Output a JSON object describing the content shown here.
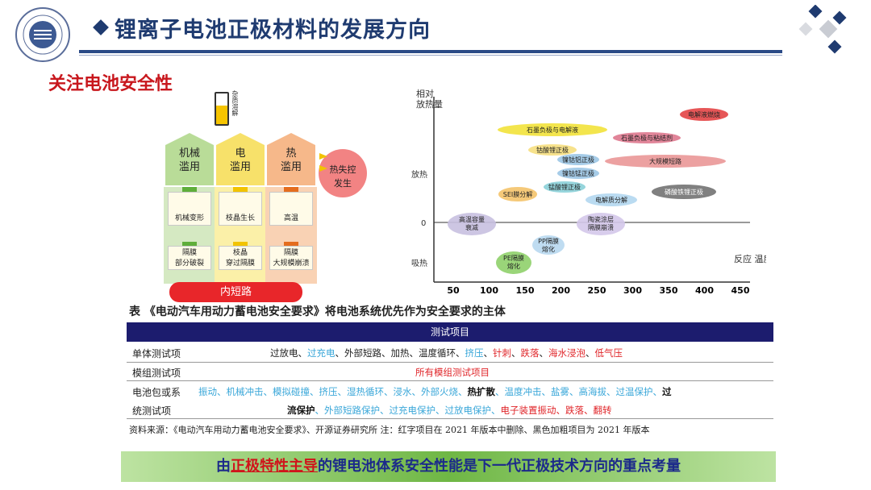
{
  "header": {
    "title": "锂离子电池正极材料的发展方向"
  },
  "subtitle": "关注电池安全性",
  "diagram": {
    "columns": [
      {
        "head": "机械\n滥用",
        "box1": "机械变形",
        "box2": "隔膜\n部分破裂"
      },
      {
        "head": "电\n滥用",
        "box1": "枝晶生长",
        "box2": "枝晶\n穿过隔膜"
      },
      {
        "head": "热\n滥用",
        "box1": "高温",
        "box2": "隔膜\n大规模崩溃"
      }
    ],
    "battery_label": "杂质溶解",
    "runaway": "热失控\n发生",
    "short_circuit": "内短路"
  },
  "chart": {
    "y_title": "相对\n放热量",
    "y_upper": "放热",
    "y_zero": "0",
    "y_lower": "吸热",
    "x_title": "反应\n温度",
    "x_ticks": [
      "50",
      "100",
      "150",
      "200",
      "250",
      "300",
      "350",
      "400",
      "450"
    ],
    "bubbles": [
      "电解液燃烧",
      "石墨负极与电解液",
      "石墨负极与粘结剂",
      "钴酸锂正极",
      "镍钴铝正极",
      "大规模短路",
      "镍钴锰正极",
      "SEI膜分解",
      "锰酸锂正极",
      "磷酸铁锂正极",
      "电解质分解",
      "高温容量\n衰减",
      "陶瓷涂层\n隔膜崩溃",
      "PP隔膜\n熔化",
      "PE隔膜\n熔化"
    ]
  },
  "table": {
    "caption": "表   《电动汽车用动力蓄电池安全要求》将电池系统优先作为安全要求的主体",
    "header": "测试项目",
    "rows": [
      {
        "label": "单体测试项"
      },
      {
        "label": "模组测试项"
      },
      {
        "label": "电池包或系"
      },
      {
        "label": "统测试项"
      }
    ],
    "cell_row1": [
      "过放电、",
      "过充电",
      "、外部短路、加热、温度循环、",
      "挤压",
      "、",
      "针刺",
      "、",
      "跌落",
      "、",
      "海水浸泡",
      "、",
      "低气压"
    ],
    "cell_row2": "所有模组测试项目",
    "cell_row3": [
      "振动、机械冲击、模拟碰撞、挤压、湿热循环、浸水、外部火烧、",
      "热扩散",
      "、",
      "温度冲击、盐雾、高海拔、过温保护、",
      "过"
    ],
    "cell_row4": [
      "流保护",
      "、外部短路保护、过充电保护、过放电保护、",
      "电子装置振动、跌落、翻转"
    ],
    "source": "资料来源：《电动汽车用动力蓄电池安全要求》、开源证券研究所    注：红字项目在 2021 年版本中删除、黑色加粗项目为 2021 年版本"
  },
  "banner": [
    "由",
    "正极特性主导",
    "的锂电池体系安全性能是下一代正极技术方向的重点考量"
  ],
  "colors": {
    "navy": "#1f3b70",
    "red": "#c8171d",
    "blue": "#3aa7d9",
    "green": "#6fb745"
  }
}
